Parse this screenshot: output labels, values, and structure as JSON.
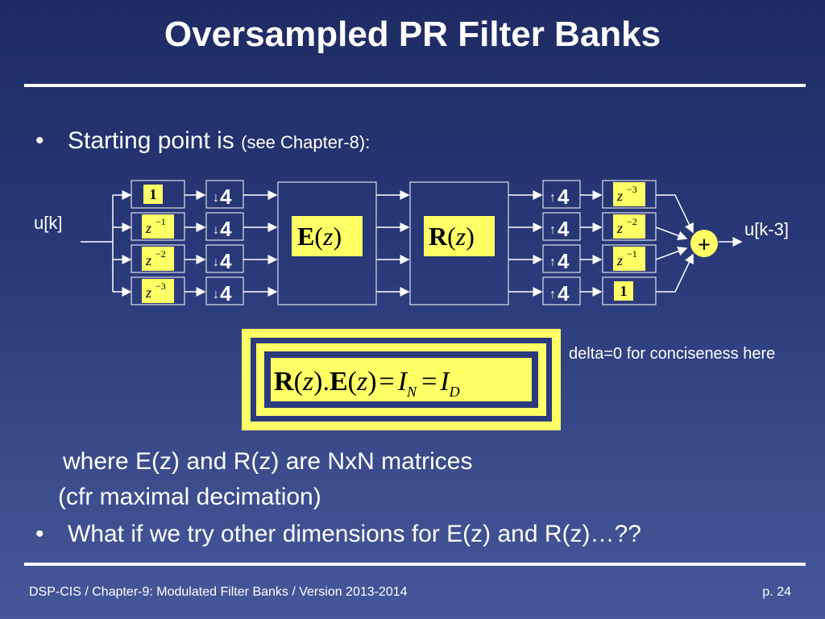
{
  "slide": {
    "title": "Oversampled PR Filter Banks",
    "bullet1_main": "Starting point is ",
    "bullet1_small": "(see Chapter-8):",
    "line2": "where E(z) and R(z) are NxN matrices",
    "line3": "(cfr maximal decimation)",
    "bullet2": "What if we try other dimensions for E(z) and R(z)…??",
    "note": "delta=0 for conciseness here",
    "input_label": "u[k]",
    "output_label": "u[k-3]"
  },
  "diagram": {
    "delay_in": [
      "1",
      "z^-1",
      "z^-2",
      "z^-3"
    ],
    "down_label": "↓4",
    "up_label": "↑4",
    "factor": "4",
    "matrix_E": "E(z)",
    "matrix_R": "R(z)",
    "delay_out": [
      "z^-3",
      "z^-2",
      "z^-1",
      "1"
    ],
    "sum_symbol": "+",
    "equation": "R(z).E(z) = I_N = I_D"
  },
  "footer": {
    "left": "DSP-CIS  /  Chapter-9: Modulated Filter Banks  /  Version 2013-2014",
    "right": "p. 24"
  },
  "colors": {
    "accent_yellow": "#ffff66",
    "background_top": "#1e2b64",
    "background_bottom": "#45579a"
  }
}
